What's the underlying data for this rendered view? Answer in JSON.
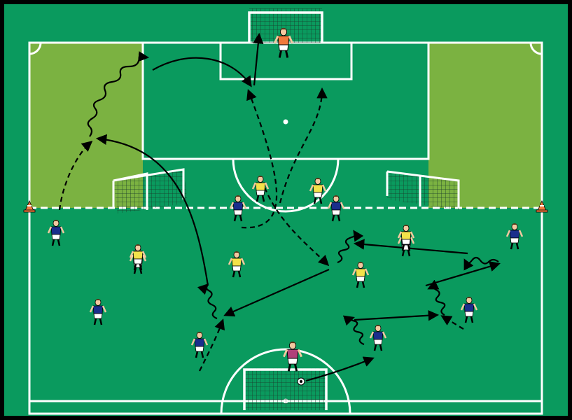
{
  "colors": {
    "border": "#000000",
    "grass": "#0a9a5e",
    "wing_zone": "#7bb241",
    "line": "#ffffff",
    "blue_team": "#1a2e8c",
    "yellow_team": "#f2e24a",
    "goalkeeper_top": "#f07a3c",
    "goalkeeper_bottom": "#b0407a",
    "cone": "#f07a3c",
    "arrow": "#000000"
  },
  "legend": {
    "solid_arrow": "pass",
    "dashed_arrow": "run",
    "wavy_arrow": "dribble"
  },
  "icons": {
    "ball": "ball-icon",
    "cone": "cone-icon",
    "goal": "goal-icon"
  }
}
